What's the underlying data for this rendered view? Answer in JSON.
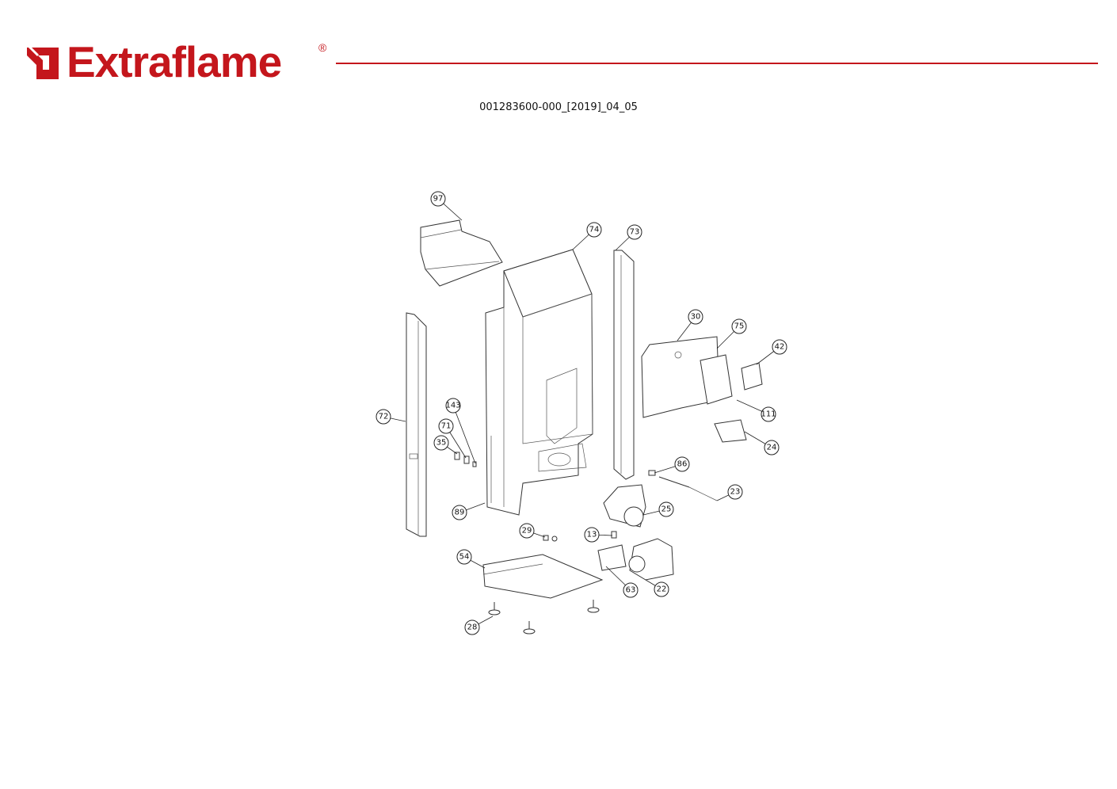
{
  "header": {
    "brand": "Extraflame",
    "registered_mark": "®",
    "document_code": "001283600-000_[2019]_04_05"
  },
  "colors": {
    "brand_red": "#c4161c",
    "line": "#333333"
  },
  "diagram": {
    "callouts": [
      "97",
      "74",
      "73",
      "30",
      "75",
      "42",
      "111",
      "24",
      "72",
      "143",
      "71",
      "35",
      "86",
      "23",
      "25",
      "89",
      "29",
      "13",
      "54",
      "63",
      "22",
      "28"
    ]
  }
}
